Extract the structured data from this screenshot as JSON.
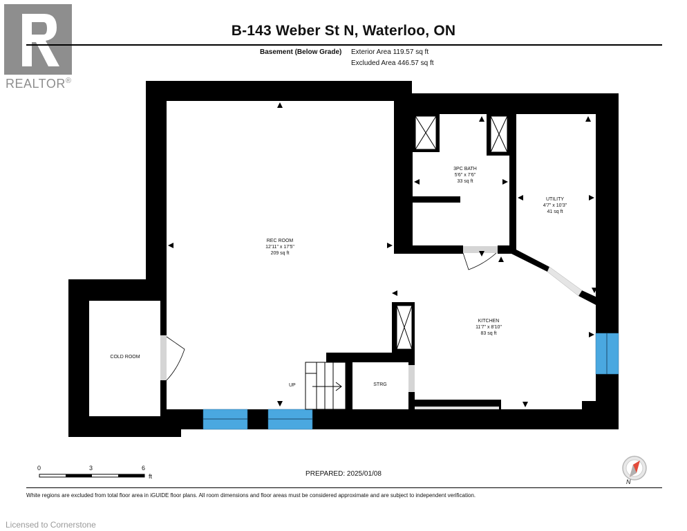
{
  "header": {
    "title": "B-143 Weber St N, Waterloo, ON",
    "level_label": "Basement (Below Grade)",
    "exterior_area": "Exterior Area 119.57 sq ft",
    "excluded_area": "Excluded Area 446.57 sq ft"
  },
  "logo": {
    "text": "REALTOR",
    "mark": "®"
  },
  "rooms": {
    "rec_room": {
      "name": "REC ROOM",
      "dims": "12'11\" x 17'5\"",
      "area": "209 sq ft"
    },
    "bath": {
      "name": "3PC BATH",
      "dims": "5'6\" x 7'6\"",
      "area": "33 sq ft"
    },
    "utility": {
      "name": "UTILITY",
      "dims": "4'7\" x 10'3\"",
      "area": "41 sq ft"
    },
    "kitchen": {
      "name": "KITCHEN",
      "dims": "11'7\" x 8'10\"",
      "area": "83 sq ft"
    },
    "cold_room": {
      "name": "COLD ROOM"
    },
    "storage": {
      "name": "STRG"
    },
    "stairs": {
      "name": "UP"
    }
  },
  "scale": {
    "ticks": [
      "0",
      "3",
      "6"
    ],
    "unit": "ft"
  },
  "prepared": "PREPARED: 2025/01/08",
  "compass": {
    "label": "N"
  },
  "footer": "White regions are excluded from total floor area in iGUIDE floor plans. All room dimensions and floor areas must be considered approximate and are subject to independent verification.",
  "watermark": "Licensed to Cornerstone",
  "colors": {
    "wall": "#000000",
    "window": "#4aa8e0",
    "door": "#cfcfcf",
    "logo": "#8e8e8e"
  }
}
